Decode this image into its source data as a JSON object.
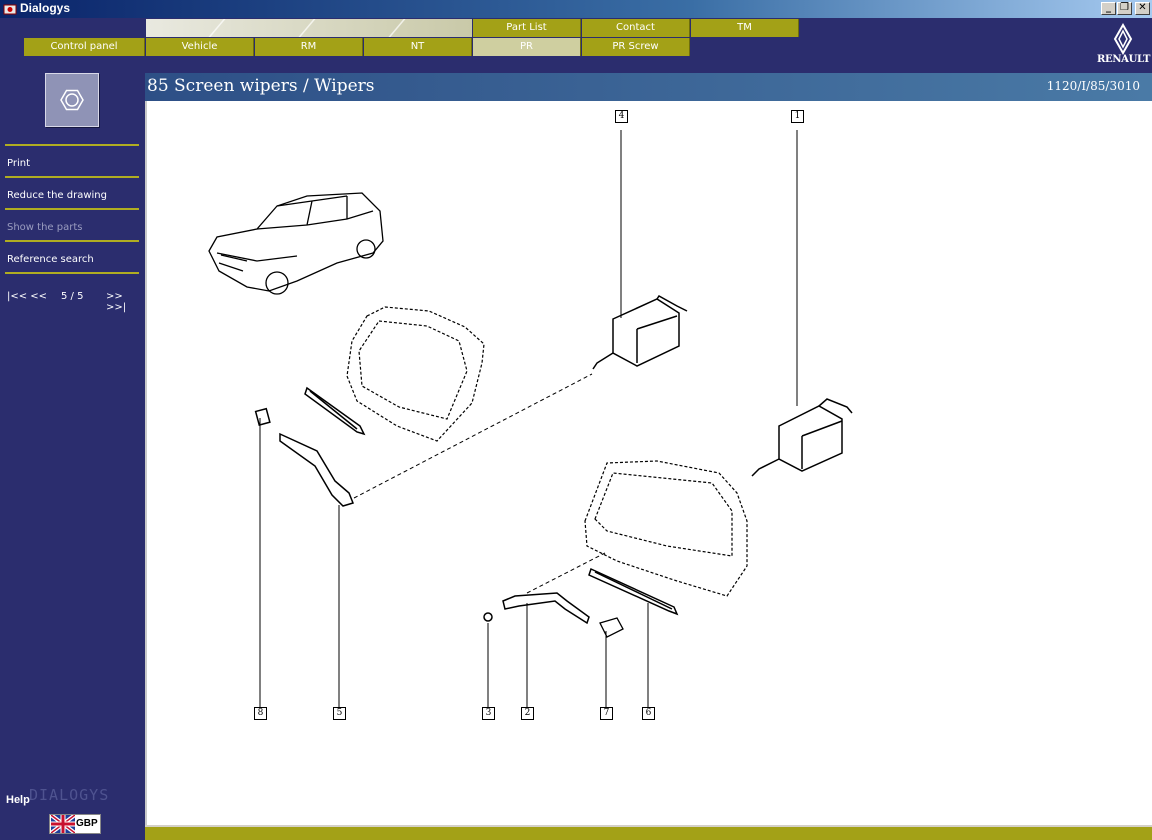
{
  "window": {
    "title": "Dialogys"
  },
  "tabs": {
    "part_list": "Part List",
    "contact": "Contact",
    "tm": "TM",
    "control_panel": "Control panel",
    "vehicle": "Vehicle",
    "rm": "RM",
    "nt": "NT",
    "pr": "PR",
    "pr_screw": "PR Screw"
  },
  "brand_logo": "RENAULT",
  "sidebar": {
    "print": "Print",
    "reduce": "Reduce the drawing",
    "show_parts": "Show the parts",
    "reference_search": "Reference search",
    "pager": {
      "first": "|<< <<",
      "position": "5 / 5",
      "last": ">> >>|"
    },
    "help": "Help",
    "brand": "DIALOGYS",
    "language": "GBP"
  },
  "header": {
    "title": "85 Screen wipers / Wipers",
    "reference": "1120/I/85/3010"
  },
  "callouts": [
    "4",
    "1",
    "8",
    "5",
    "3",
    "2",
    "7",
    "6"
  ],
  "colors": {
    "accent": "#a3a117",
    "background": "#2b2d6e",
    "header": "#2d4f86"
  }
}
